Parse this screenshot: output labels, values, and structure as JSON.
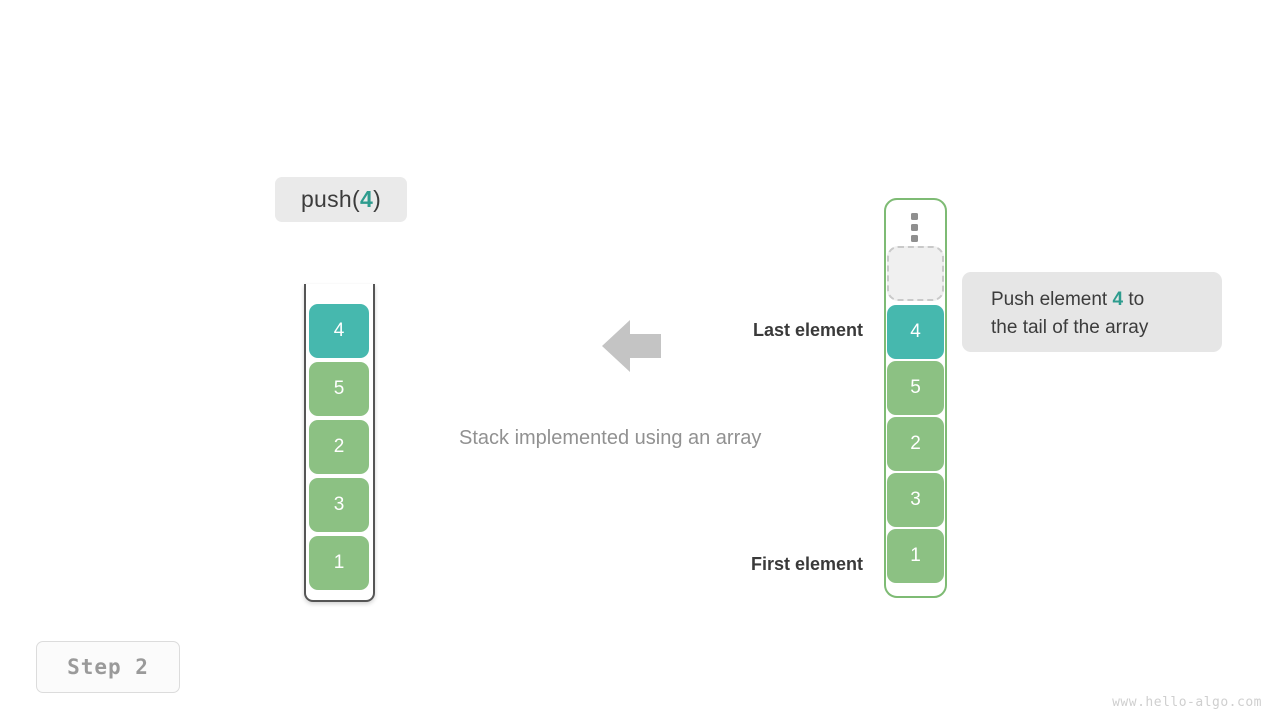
{
  "operation": {
    "prefix": "push(",
    "argument": "4",
    "suffix": ")"
  },
  "stack": {
    "title": "Stack implemented using an array",
    "cells": [
      {
        "value": "4",
        "color": "teal"
      },
      {
        "value": "5",
        "color": "green"
      },
      {
        "value": "2",
        "color": "green"
      },
      {
        "value": "3",
        "color": "green"
      },
      {
        "value": "1",
        "color": "green"
      }
    ]
  },
  "array": {
    "overflow_indicator": "vertical-ellipsis",
    "empty_slot_label": "",
    "cells": [
      {
        "value": "4",
        "color": "teal"
      },
      {
        "value": "5",
        "color": "green"
      },
      {
        "value": "2",
        "color": "green"
      },
      {
        "value": "3",
        "color": "green"
      },
      {
        "value": "1",
        "color": "green"
      }
    ]
  },
  "annotations": {
    "last_element": "Last element",
    "first_element": "First element",
    "arrow_direction": "left"
  },
  "note": {
    "line1_before": "Push element ",
    "line1_accent": "4",
    "line1_after": " to",
    "line2": "the tail of the array"
  },
  "step": {
    "label": "Step 2"
  },
  "watermark": {
    "text": "www.hello-algo.com"
  },
  "colors": {
    "teal": "#46b8ae",
    "green": "#8cc183",
    "accent_text": "#2e9c8e",
    "array_border": "#7ebb74",
    "stack_border": "#555555",
    "arrow": "#c4c4c4",
    "label_bg": "#eaeaea",
    "note_bg": "#e6e6e6"
  }
}
